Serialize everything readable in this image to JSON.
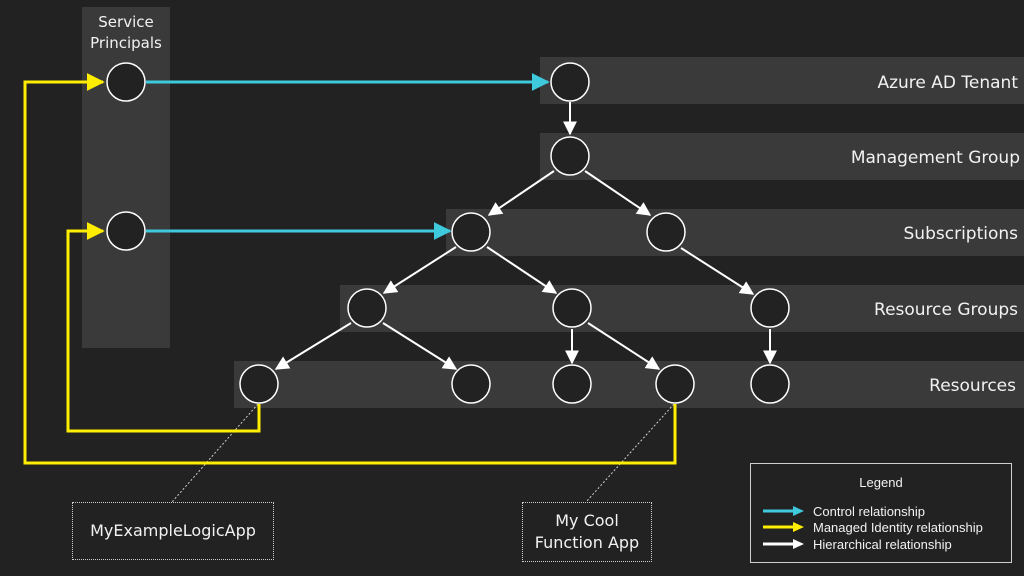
{
  "service_principals_label": [
    "Service",
    "Principals"
  ],
  "bands": {
    "tenant": "Azure AD Tenant",
    "management_group": "Management Group",
    "subscriptions": "Subscriptions",
    "resource_groups": "Resource Groups",
    "resources": "Resources"
  },
  "callouts": {
    "logic_app": "MyExampleLogicApp",
    "function_app": [
      "My Cool",
      "Function App"
    ]
  },
  "legend": {
    "title": "Legend",
    "items": [
      {
        "label": "Control relationship",
        "color": "#3ec9dc"
      },
      {
        "label": "Managed Identity relationship",
        "color": "#ffee00"
      },
      {
        "label": "Hierarchical relationship",
        "color": "#ffffff"
      }
    ]
  },
  "colors": {
    "background": "#222222",
    "band": "#3a3a3a",
    "control": "#3ec9dc",
    "managed_identity": "#ffee00",
    "hierarchical": "#ffffff"
  }
}
